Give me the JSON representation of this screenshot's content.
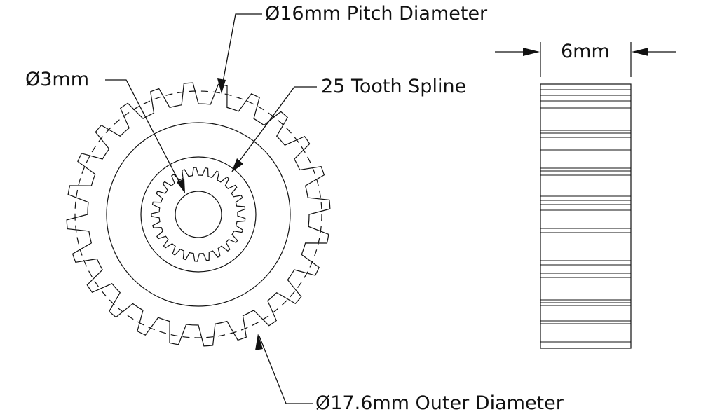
{
  "labels": {
    "pitch_diameter": "Ø16mm Pitch Diameter",
    "bore_diameter": "Ø3mm",
    "spline": "25 Tooth Spline",
    "gear_width": "6mm",
    "outer_diameter": "Ø17.6mm Outer Diameter"
  },
  "gear": {
    "teeth": 24,
    "spline_teeth": 25
  },
  "colors": {
    "line": "#111111",
    "background": "#ffffff"
  }
}
